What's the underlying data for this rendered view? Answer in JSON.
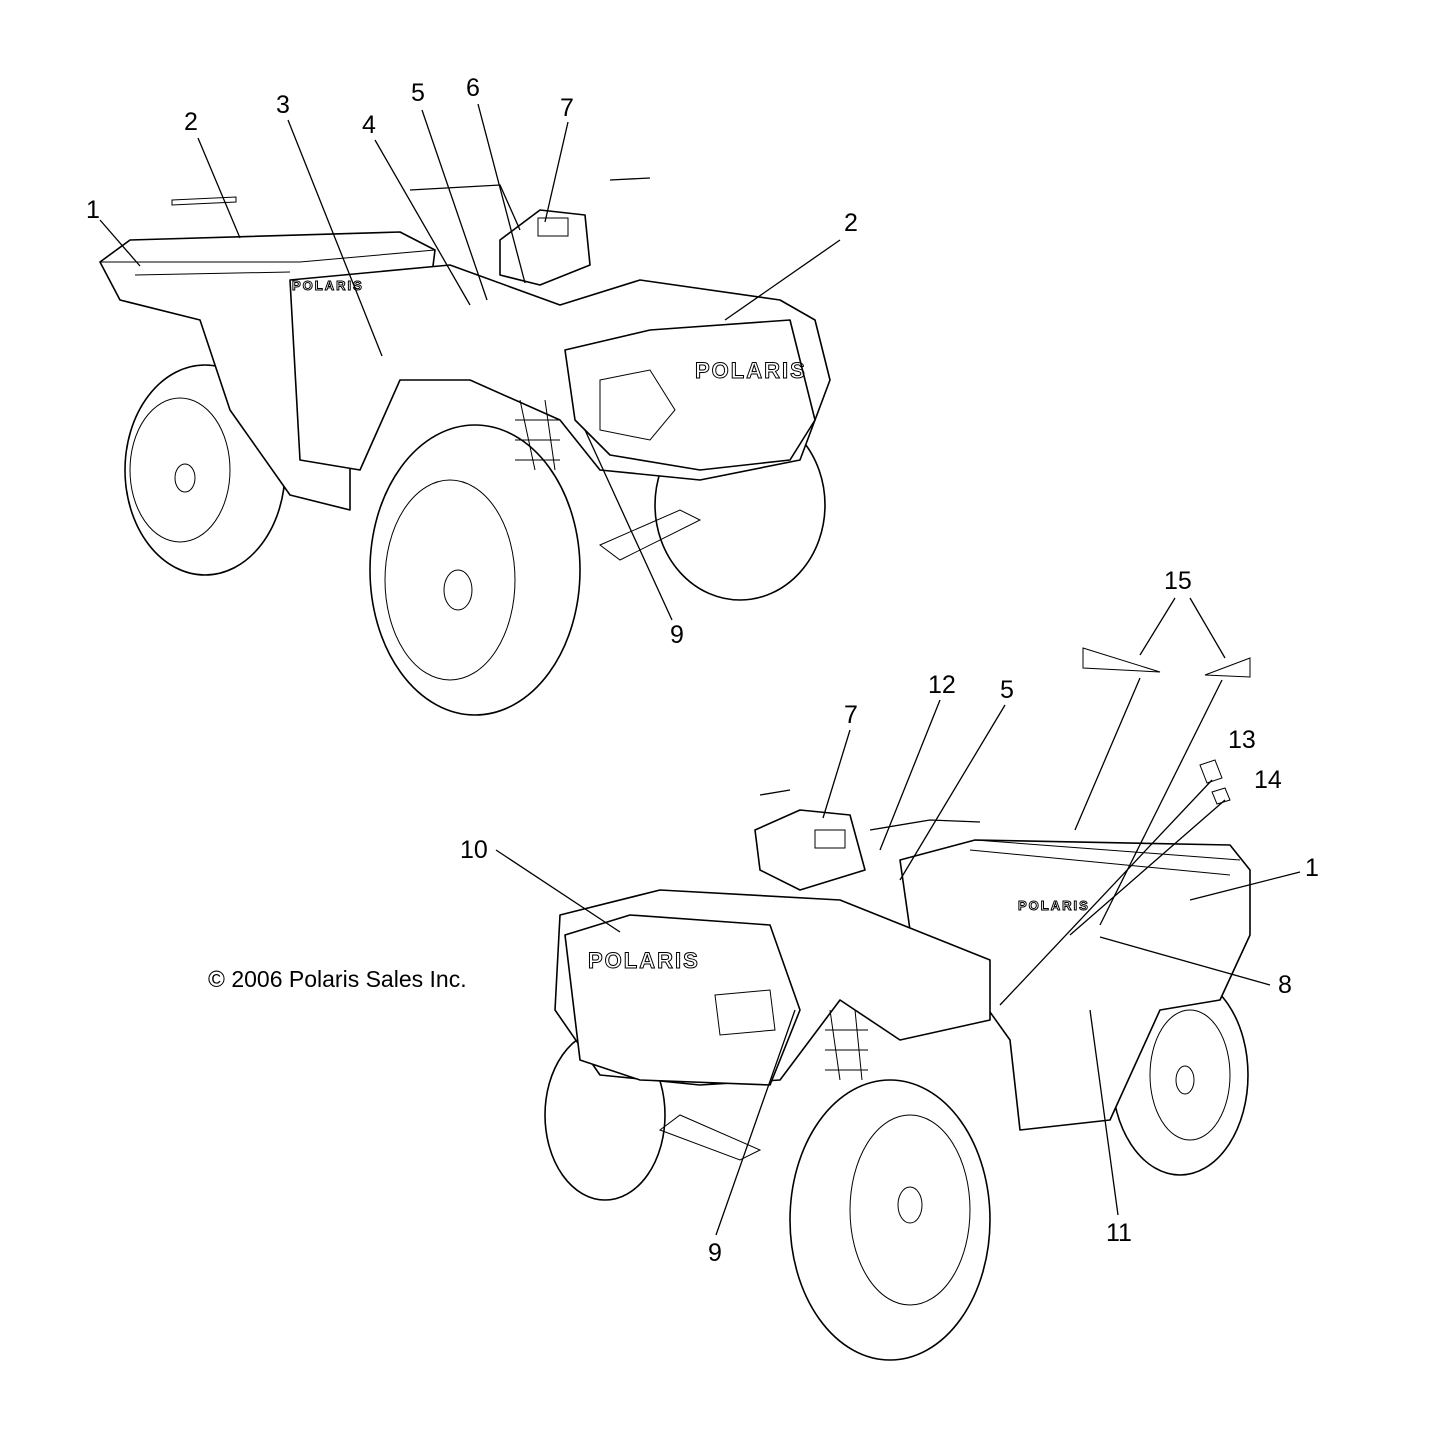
{
  "copyright": "© 2006 Polaris Sales Inc.",
  "brand_logo": "POLARIS",
  "views": [
    {
      "name": "upper-atv-rear-left-view",
      "callouts": [
        {
          "label": "1"
        },
        {
          "label": "2"
        },
        {
          "label": "3"
        },
        {
          "label": "4"
        },
        {
          "label": "5"
        },
        {
          "label": "6"
        },
        {
          "label": "7"
        },
        {
          "label": "2"
        },
        {
          "label": "9"
        }
      ]
    },
    {
      "name": "lower-atv-front-right-view",
      "callouts": [
        {
          "label": "15"
        },
        {
          "label": "12"
        },
        {
          "label": "7"
        },
        {
          "label": "5"
        },
        {
          "label": "13"
        },
        {
          "label": "14"
        },
        {
          "label": "1"
        },
        {
          "label": "10"
        },
        {
          "label": "8"
        },
        {
          "label": "11"
        },
        {
          "label": "9"
        }
      ]
    }
  ]
}
